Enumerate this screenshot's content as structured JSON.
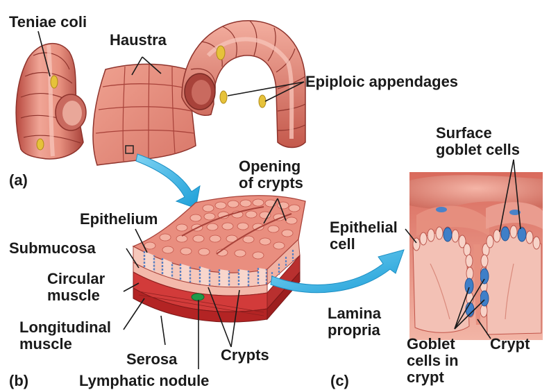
{
  "labels": {
    "teniae_coli": "Teniae coli",
    "haustra": "Haustra",
    "epiploic_appendages": "Epiploic appendages",
    "panel_a": "(a)",
    "opening_of_crypts": "Opening\nof crypts",
    "surface_goblet_cells": "Surface\ngoblet cells",
    "epithelium": "Epithelium",
    "submucosa": "Submucosa",
    "circular_muscle": "Circular\nmuscle",
    "longitudinal_muscle": "Longitudinal\nmuscle",
    "serosa": "Serosa",
    "lymphatic_nodule": "Lymphatic nodule",
    "crypts": "Crypts",
    "panel_b": "(b)",
    "epithelial_cell": "Epithelial\ncell",
    "lamina_propria": "Lamina\npropria",
    "goblet_cells_in_crypt": "Goblet\ncells in\ncrypt",
    "crypt": "Crypt",
    "panel_c": "(c)"
  },
  "colors": {
    "tissue_pink": "#e89a8c",
    "tissue_dark": "#c2554a",
    "muscle_red": "#c4262c",
    "goblet_blue": "#3f7fc8",
    "arrow_blue": "#35b2e6",
    "appendage_yellow": "#e6c23a",
    "lymph_green": "#1f9a4a"
  }
}
